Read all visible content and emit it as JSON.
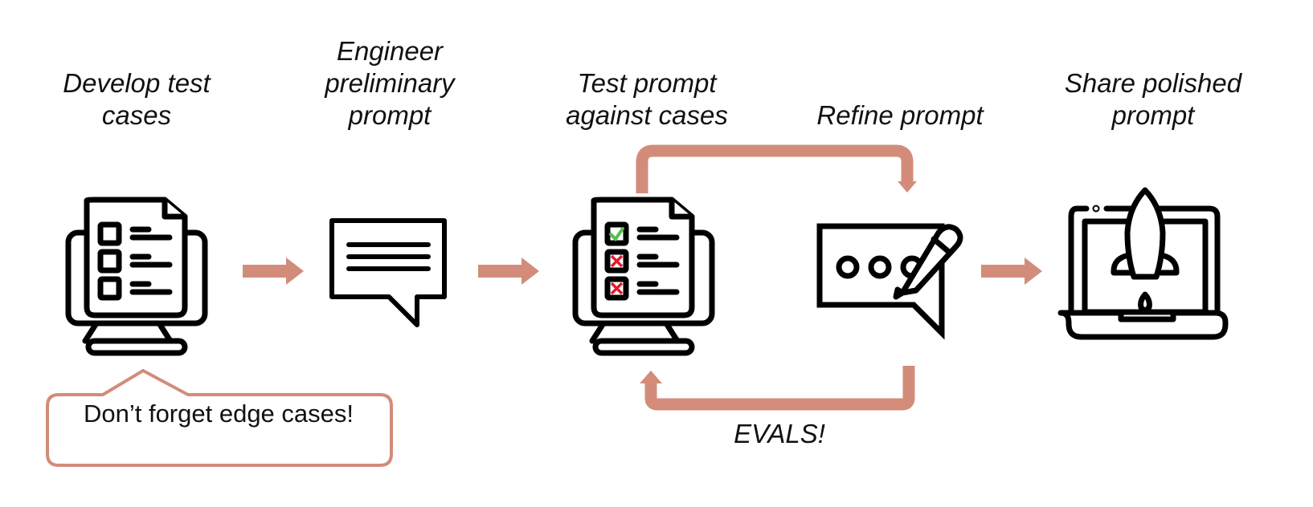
{
  "colors": {
    "accent": "#d38c7a",
    "stroke": "#000000",
    "check": "#4cc34a",
    "cross": "#e8182c"
  },
  "steps": [
    {
      "label": "Develop test\ncases",
      "icon": "monitor-checklist-icon"
    },
    {
      "label": "Engineer\npreliminary\nprompt",
      "icon": "speech-bubble-lines-icon"
    },
    {
      "label": "Test prompt\nagainst cases",
      "icon": "monitor-checklist-results-icon"
    },
    {
      "label": "Refine prompt",
      "icon": "speech-bubble-pencil-icon"
    },
    {
      "label": "Share polished\nprompt",
      "icon": "laptop-rocket-icon"
    }
  ],
  "callout": {
    "text": "Don’t forget edge cases!"
  },
  "loop": {
    "label": "EVALS!"
  }
}
